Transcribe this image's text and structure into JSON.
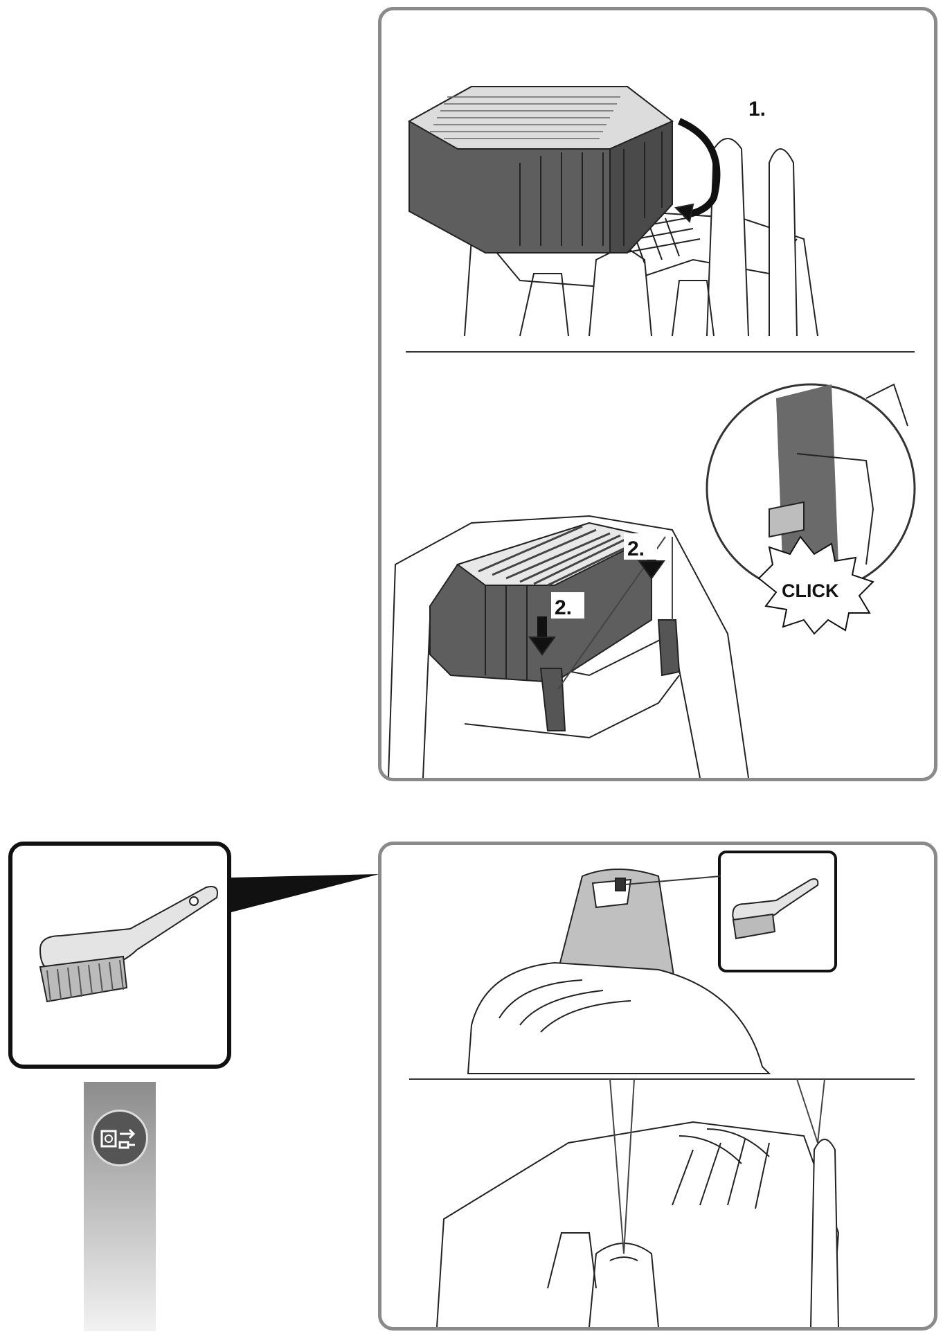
{
  "top_panel": {
    "step1_label": "1.",
    "step2_label_a": "2.",
    "step2_label_b": "2.",
    "click_label": "CLICK"
  },
  "bottom_left": {
    "brush_icon": "brush-icon",
    "unplug_icon": "unplug-power-icon"
  },
  "bottom_panel": {
    "brush_inset_icon": "brush-icon"
  },
  "colors": {
    "panel_border": "#8a8a8a",
    "filter_dark": "#5a5a5a",
    "gray_bar_top": "#8c8c8c",
    "gray_bar_bottom": "#f2f2f2"
  }
}
